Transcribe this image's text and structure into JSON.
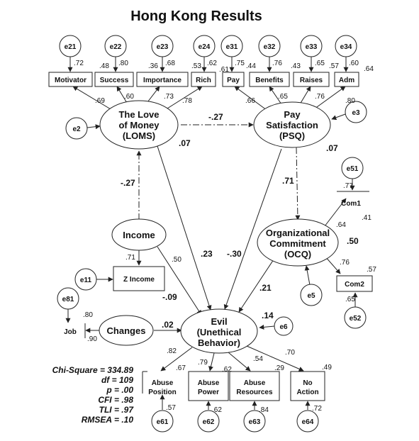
{
  "title": "Hong Kong Results",
  "latent": {
    "loms": [
      "The Love",
      "of Money",
      "(LOMS)"
    ],
    "psq": [
      "Pay",
      "Satisfaction",
      "(PSQ)"
    ],
    "income": [
      "Income"
    ],
    "ocq": [
      "Organizational",
      "Commitment",
      "(OCQ)"
    ],
    "changes": [
      "Changes"
    ],
    "evil": [
      "Evil",
      "(Unethical",
      "Behavior)"
    ]
  },
  "indicators": {
    "motivator": [
      "Motivator"
    ],
    "success": [
      "Success"
    ],
    "importance": [
      "Importance"
    ],
    "rich": [
      "Rich"
    ],
    "pay": [
      "Pay"
    ],
    "benefits": [
      "Benefits"
    ],
    "raises": [
      "Raises"
    ],
    "adm": [
      "Adm"
    ],
    "com1": [
      "Com1"
    ],
    "com2": [
      "Com2"
    ],
    "zincome": [
      "Z Income"
    ],
    "job": [
      "Job"
    ],
    "abuse_position": [
      "Abuse",
      "Position"
    ],
    "abuse_power": [
      "Abuse",
      "Power"
    ],
    "abuse_resources": [
      "Abuse",
      "Resources"
    ],
    "no_action": [
      "No",
      "Action"
    ]
  },
  "errors": {
    "e21": "e21",
    "e22": "e22",
    "e23": "e23",
    "e24": "e24",
    "e31": "e31",
    "e32": "e32",
    "e33": "e33",
    "e34": "e34",
    "e2": "e2",
    "e3": "e3",
    "e51": "e51",
    "e52": "e52",
    "e11": "e11",
    "e81": "e81",
    "e5": "e5",
    "e6": "e6",
    "e61": "e61",
    "e62": "e62",
    "e63": "e63",
    "e64": "e64"
  },
  "coefficients": {
    "c_72": ".72",
    "c_48": ".48",
    "c_80a": ".80",
    "c_36": ".36",
    "c_68": ".68",
    "c_53": ".53",
    "c_62a": ".62",
    "c_61": ".61",
    "c_75": ".75",
    "c_44": ".44",
    "c_76a": ".76",
    "c_43": ".43",
    "c_65a": ".65",
    "c_57a": ".57",
    "c_60a": ".60",
    "c_64a": ".64",
    "c_69": ".69",
    "c_60b": ".60",
    "c_73": ".73",
    "c_78": ".78",
    "c_66": ".66",
    "c_65b": ".65",
    "c_76b": ".76",
    "c_80b": ".80",
    "c_77": ".77",
    "c_41": ".41",
    "c_64b": ".64",
    "c_76c": ".76",
    "c_57b": ".57",
    "c_65c": ".65",
    "c_71": ".71",
    "c_50": ".50",
    "c_80c": ".80",
    "c_90": ".90",
    "c_82": ".82",
    "c_67": ".67",
    "c_79": ".79",
    "c_62b": ".62",
    "c_54": ".54",
    "c_29": ".29",
    "c_70": ".70",
    "c_49": ".49",
    "c_57c": ".57",
    "c_62c": ".62",
    "c_84": ".84",
    "c_72b": ".72"
  },
  "paths": {
    "p_loms_psq": "-.27",
    "p_loms_r2": ".07",
    "p_psq_r2": ".07",
    "p_income_loms": "-.27",
    "p_psq_ocq": ".71",
    "p_ocq_r2": ".50",
    "p_loms_evil": ".23",
    "p_psq_evil": "-.30",
    "p_ocq_evil": ".21",
    "p_income_evil": "-.09",
    "p_changes_evil": ".02",
    "p_evil_r2": ".14"
  },
  "fit_stats": [
    "Chi-Square = 334.89",
    "df = 109",
    "p = .00",
    "CFI = .98",
    "TLI = .97",
    "RMSEA = .10"
  ]
}
